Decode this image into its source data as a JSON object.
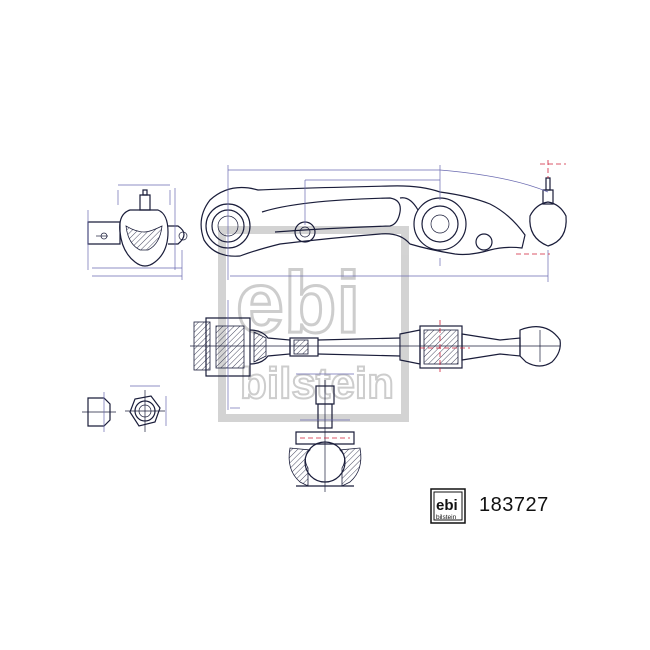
{
  "watermark": {
    "brand": "ebi",
    "sub_brand": "bilstein"
  },
  "logo": {
    "brand": "ebi",
    "sub_brand": "bilstein"
  },
  "part_number": "183727",
  "colors": {
    "outline": "#1a1d3a",
    "dimension": "#6a6ab0",
    "centerline": "#d0203a",
    "watermark": "#d8d8d8"
  },
  "icons": [
    "febi-bilstein-logo"
  ]
}
